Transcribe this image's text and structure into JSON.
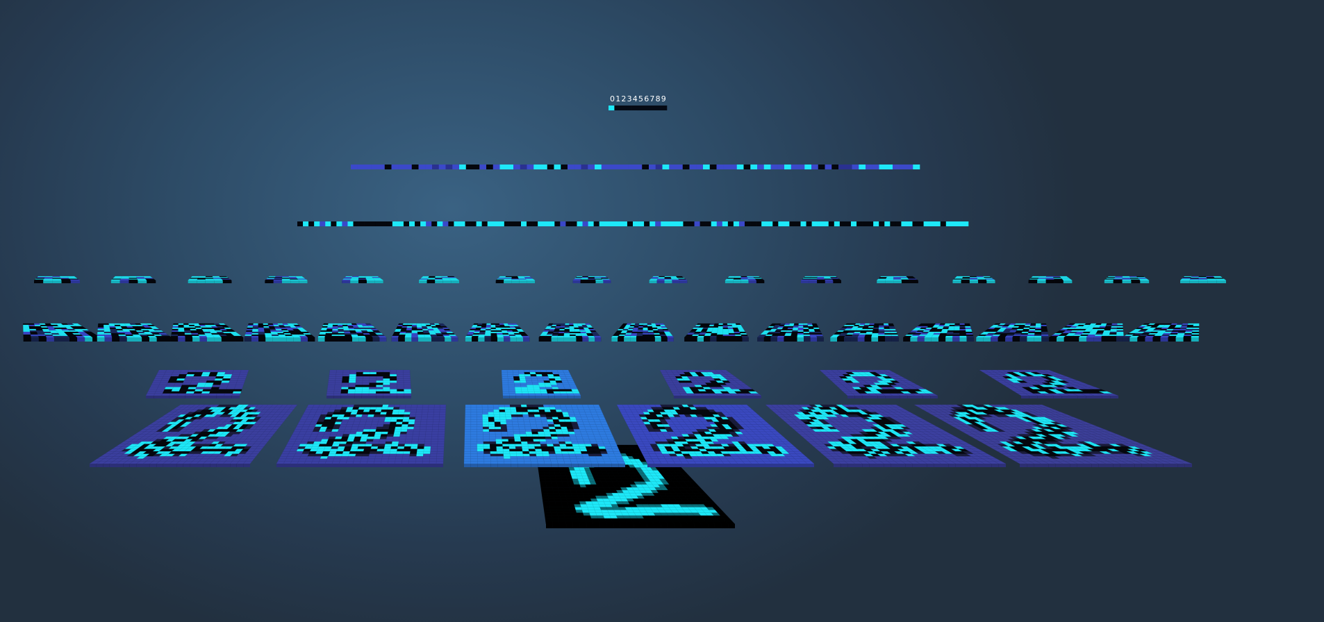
{
  "output_layer": {
    "labels": "0123456789",
    "active_index": 0,
    "colors": {
      "active": "#1ee8f8",
      "inactive": "#050a14"
    }
  },
  "palette": {
    "cyan": "#1ee8f8",
    "blue": "#3b49c9",
    "mid_blue": "#2f74d8",
    "black": "#04060c",
    "purple": "#4a4aa8"
  },
  "network": {
    "input_digit": "2",
    "conv1_feature_maps": 6,
    "pool1_feature_maps": 6,
    "conv2_feature_maps": 16,
    "pool2_feature_maps": 16
  }
}
